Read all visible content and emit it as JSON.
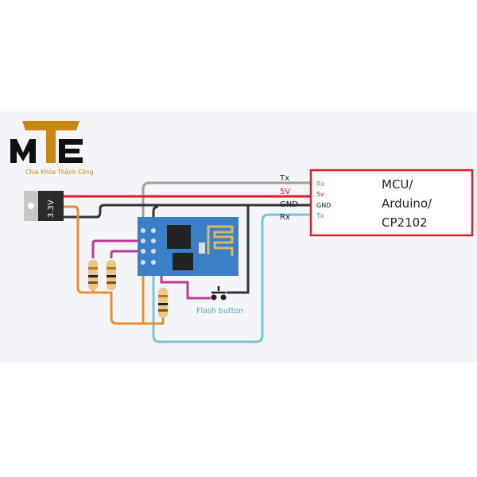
{
  "logo": {
    "letters": "MTE",
    "tagline": "Chia Khóa Thành Công"
  },
  "regulator": {
    "label": "3.3V"
  },
  "wire_labels": {
    "tx": "Tx",
    "v5": "5V",
    "gnd": "GND",
    "rx": "Rx"
  },
  "mcu": {
    "pins": {
      "rx": "Rx",
      "v5": "5v",
      "gnd": "GND",
      "tx": "Tx"
    },
    "title_lines": [
      "MCU/",
      "Arduino/",
      "CP2102"
    ]
  },
  "button": {
    "label": "Flash button"
  },
  "colors": {
    "background": "#f4f5f8",
    "red": "#e0202a",
    "orange": "#e8902a",
    "magenta": "#c03a9a",
    "cyan": "#79c6d4",
    "gray": "#a0a0a0",
    "black": "#333333",
    "board": "#3a80c8",
    "brand": "#c8870e"
  }
}
